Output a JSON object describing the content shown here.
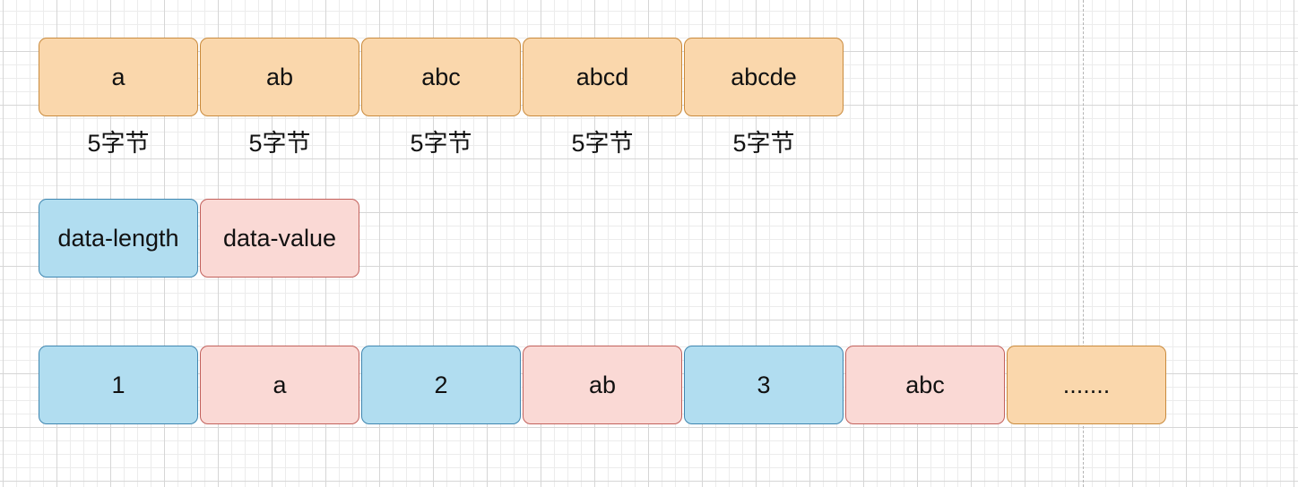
{
  "row1": {
    "boxes": [
      "a",
      "ab",
      "abc",
      "abcd",
      "abcde"
    ],
    "captions": [
      "5字节",
      "5字节",
      "5字节",
      "5字节",
      "5字节"
    ]
  },
  "legend": {
    "length_label": "data-length",
    "value_label": "data-value"
  },
  "row3": {
    "boxes": [
      "1",
      "a",
      "2",
      "ab",
      "3",
      "abc",
      "......."
    ]
  },
  "colors": {
    "orange_fill": "#fad7ac",
    "blue_fill": "#b1ddf0",
    "pink_fill": "#fad9d5"
  }
}
